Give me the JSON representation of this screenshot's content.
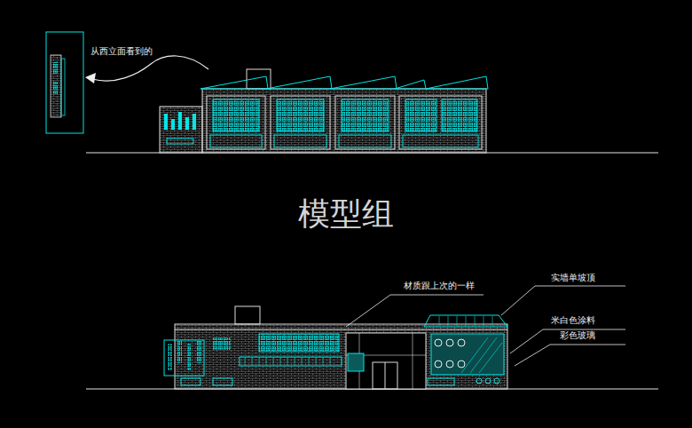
{
  "diagram": {
    "labels": [
      "从西立面看到的",
      "模型组",
      "材质跟上次的一样",
      "实墙单坡顶",
      "米白色涂料",
      "彩色玻璃"
    ]
  }
}
